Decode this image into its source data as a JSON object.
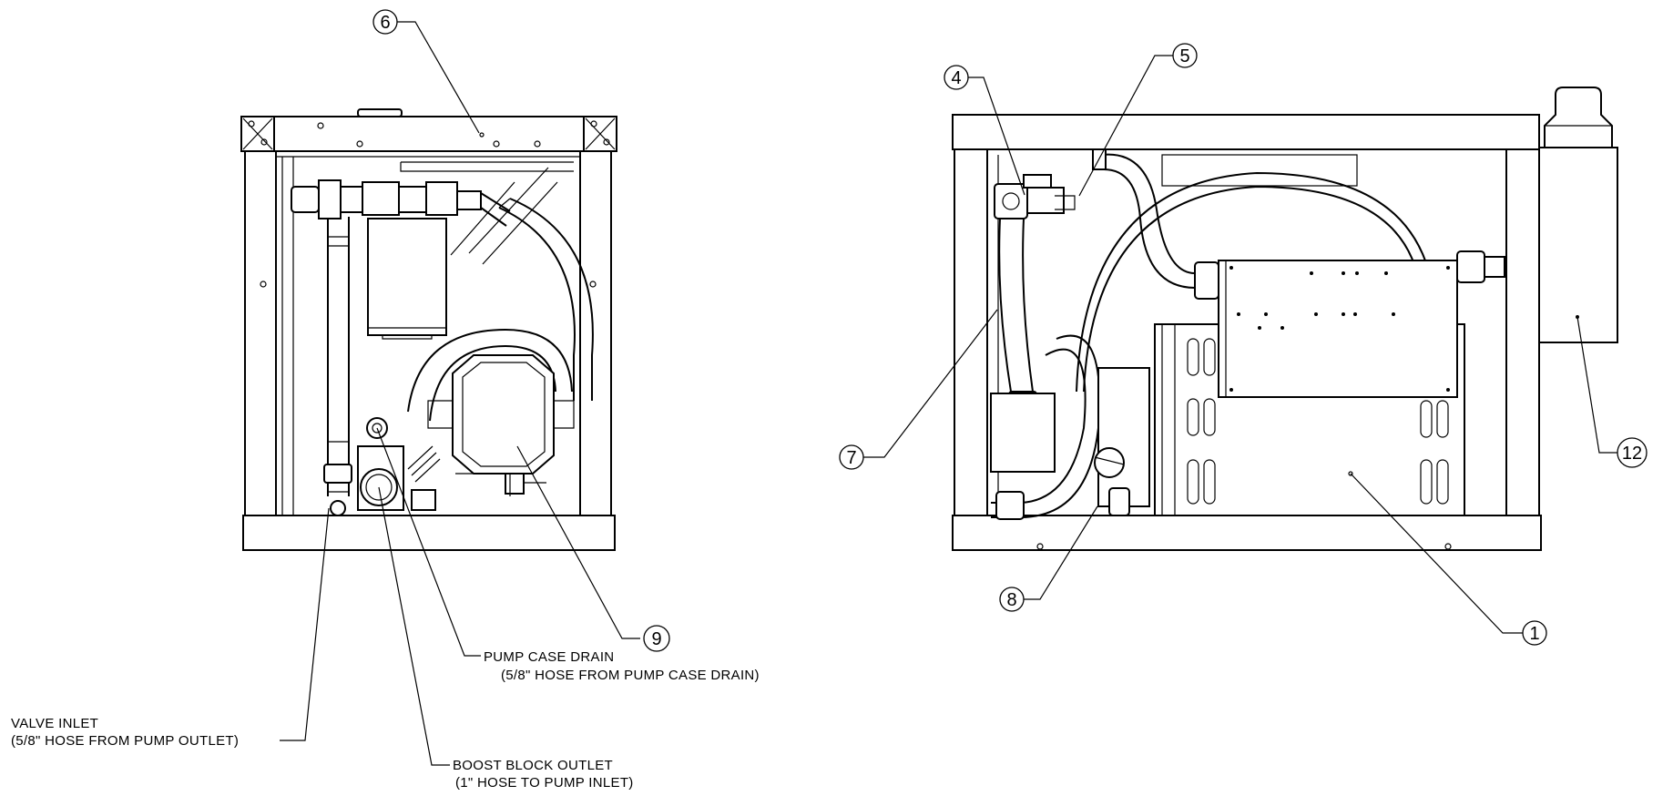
{
  "balloons": {
    "b1": "1",
    "b4": "4",
    "b5": "5",
    "b6": "6",
    "b7": "7",
    "b8": "8",
    "b9": "9",
    "b12": "12"
  },
  "notes": {
    "pump_case_drain": {
      "line1": "PUMP CASE DRAIN",
      "line2": "(5/8\" HOSE FROM PUMP CASE DRAIN)"
    },
    "valve_inlet": {
      "line1": "VALVE INLET",
      "line2": "(5/8\" HOSE FROM PUMP OUTLET)"
    },
    "boost_block_outlet": {
      "line1": "BOOST BLOCK OUTLET",
      "line2": "(1\" HOSE TO PUMP INLET)"
    }
  }
}
